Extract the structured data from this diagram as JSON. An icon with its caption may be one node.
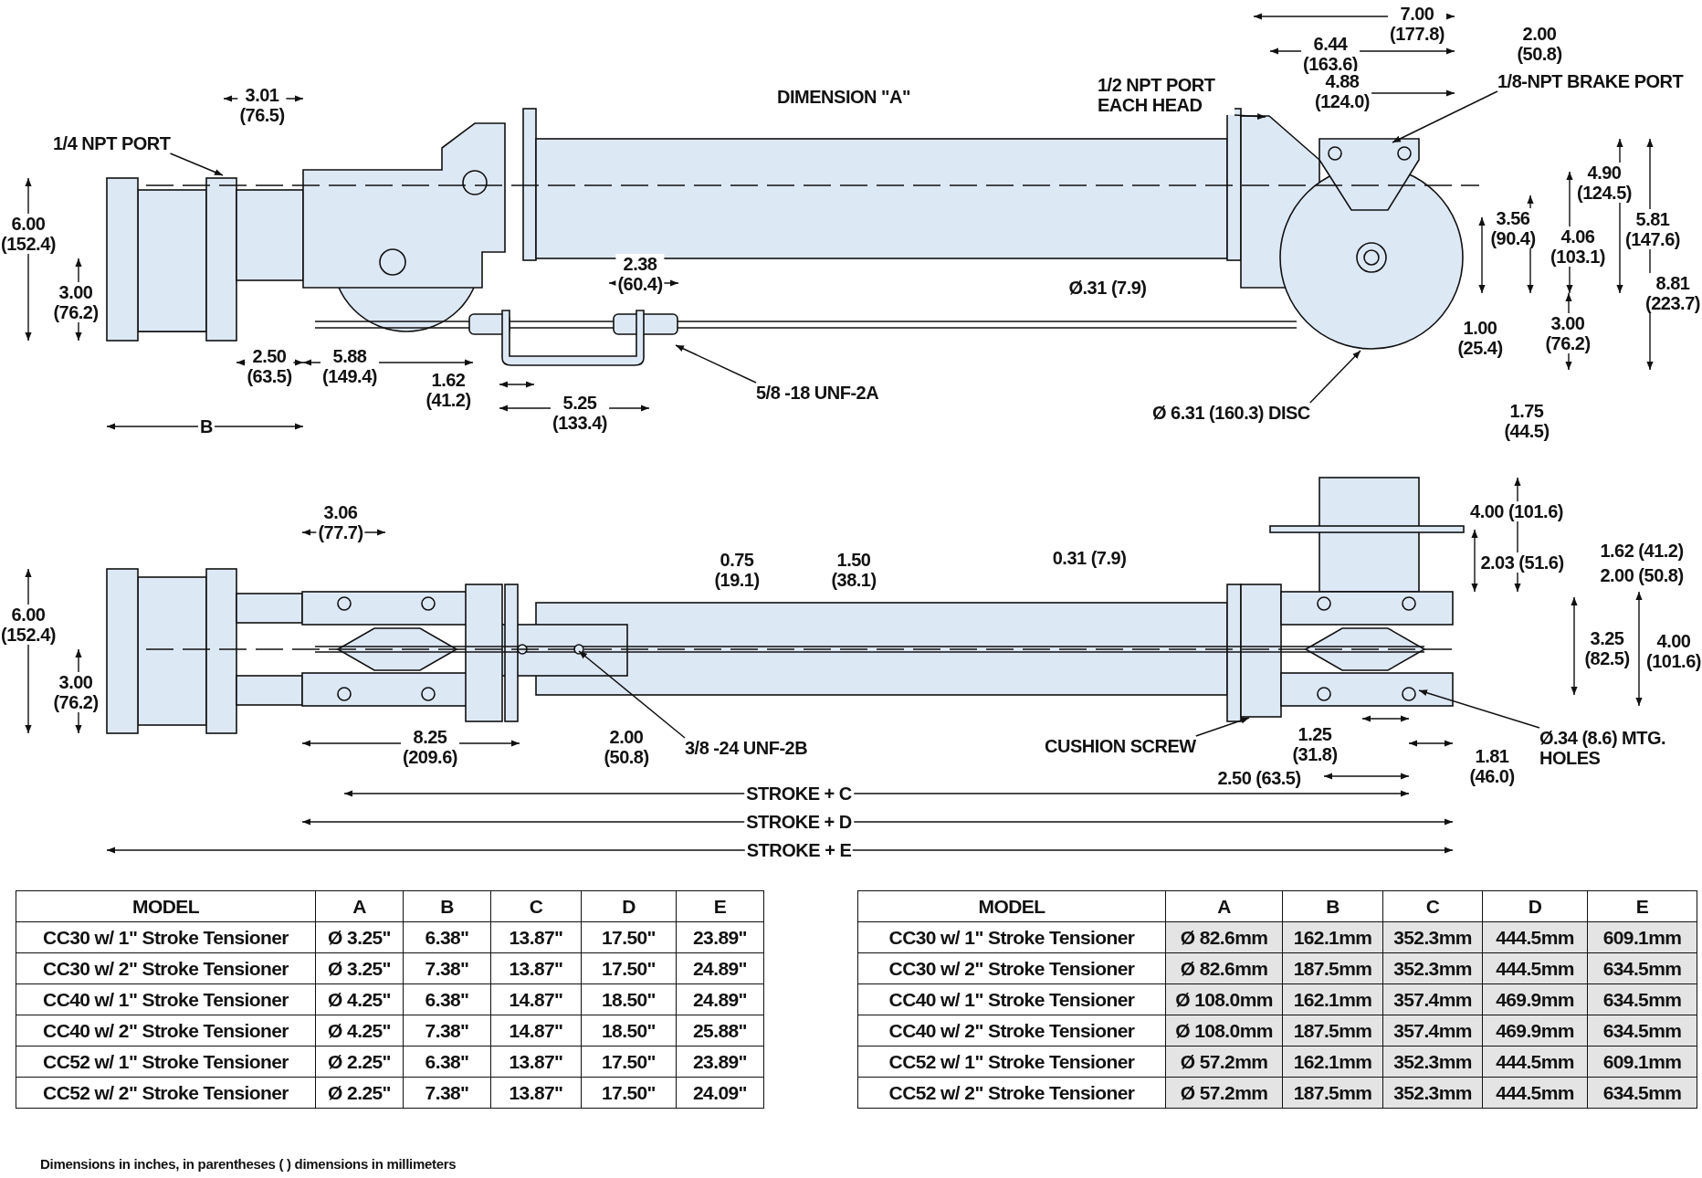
{
  "diagram": {
    "caption": "Dimensions in inches, in parentheses ( ) dimensions in millimeters",
    "nodes": [
      {
        "text": [
          "1/4 NPT PORT"
        ]
      },
      {
        "text": [
          "1/2 NPT PORT EACH HEAD"
        ]
      },
      {
        "text": [
          "1/8-NPT BRAKE PORT"
        ]
      },
      {
        "text": [
          "5/8 -18 UNF-2A"
        ]
      },
      {
        "text": [
          "Ø 6.31 (160.3) DISC"
        ]
      },
      {
        "text": [
          "3/8 -24 UNF-2B"
        ]
      },
      {
        "text": [
          "CUSHION SCREW"
        ]
      },
      {
        "text": [
          "Ø.34 (8.6) MTG. HOLES"
        ]
      }
    ],
    "edges": [
      {
        "from": 0,
        "to": null,
        "arrow": "to"
      },
      {
        "from": 1,
        "to": null,
        "arrow": "to"
      },
      {
        "from": 2,
        "to": null,
        "arrow": "to"
      },
      {
        "from": 3,
        "to": null,
        "arrow": "to"
      },
      {
        "from": 4,
        "to": null,
        "arrow": "to"
      },
      {
        "from": 5,
        "to": null,
        "arrow": "to"
      },
      {
        "from": 6,
        "to": null,
        "arrow": "to"
      },
      {
        "from": 7,
        "to": null,
        "arrow": "to"
      }
    ],
    "labels": [
      "7.00 (177.8)",
      "6.44 (163.6)",
      "2.00 (50.8)",
      "3.01 (76.5)",
      "DIMENSION \"A\"",
      "4.88 (124.0)",
      "6.00 (152.4)",
      "4.90 (124.5)",
      "3.56 (90.4)",
      "4.06 (103.1)",
      "5.81 (147.6)",
      "3.00 (76.2)",
      "8.81 (223.7)",
      "Ø.31 (7.9)",
      "2.38 (60.4)",
      "1.00 (25.4)",
      "3.00 (76.2)",
      "2.50 (63.5)",
      "5.88 (149.4)",
      "1.62 (41.2)",
      "5.25 (133.4)",
      "B",
      "1.75 (44.5)",
      "3.06 (77.7)",
      "4.00 (101.6)",
      "0.75 (19.1)",
      "1.50 (38.1)",
      "0.31 (7.9)",
      "1.62 (41.2)",
      "2.03 (51.6)",
      "2.00 (50.8)",
      "6.00 (152.4)",
      "3.25 (82.5)",
      "4.00 (101.6)",
      "3.00 (76.2)",
      "8.25 (209.6)",
      "2.00 (50.8)",
      "1.25 (31.8)",
      "1.81 (46.0)",
      "2.50 (63.5)",
      "STROKE + C",
      "STROKE + D",
      "STROKE + E",
      "MODEL",
      "A",
      "B",
      "C",
      "D",
      "E",
      "CC30 w/ 1\" Stroke Tensioner",
      "Ø 3.25\"",
      "6.38\"",
      "13.87\"",
      "17.50\"",
      "23.89\"",
      "CC30 w/ 2\" Stroke Tensioner",
      "Ø 3.25\"",
      "7.38\"",
      "13.87\"",
      "17.50\"",
      "24.89\"",
      "CC40 w/ 1\" Stroke Tensioner",
      "Ø 4.25\"",
      "6.38\"",
      "14.87\"",
      "18.50\"",
      "24.89\"",
      "CC40 w/ 2\" Stroke Tensioner",
      "Ø 4.25\"",
      "7.38\"",
      "14.87\"",
      "18.50\"",
      "25.88\"",
      "CC52 w/ 1\" Stroke Tensioner",
      "Ø 2.25\"",
      "6.38\"",
      "13.87\"",
      "17.50\"",
      "23.89\"",
      "CC52 w/ 2\" Stroke Tensioner",
      "Ø 2.25\"",
      "7.38\"",
      "13.87\"",
      "17.50\"",
      "24.09\"",
      "MODEL",
      "A",
      "B",
      "C",
      "D",
      "E",
      "CC30 w/ 1\" Stroke Tensioner",
      "Ø 82.6mm",
      "162.1mm",
      "352.3mm",
      "444.5mm",
      "609.1mm",
      "CC30 w/ 2\" Stroke Tensioner",
      "Ø 82.6mm",
      "187.5mm",
      "352.3mm",
      "444.5mm",
      "634.5mm",
      "CC40 w/ 1\" Stroke Tensioner",
      "Ø 108.0mm",
      "162.1mm",
      "357.4mm",
      "469.9mm",
      "634.5mm",
      "CC40 w/ 2\" Stroke Tensioner",
      "Ø 108.0mm",
      "187.5mm",
      "357.4mm",
      "469.9mm",
      "634.5mm",
      "CC52 w/ 1\" Stroke Tensioner",
      "Ø 57.2mm",
      "162.1mm",
      "352.3mm",
      "444.5mm",
      "609.1mm",
      "CC52 w/ 2\" Stroke Tensioner",
      "Ø 57.2mm",
      "187.5mm",
      "352.3mm",
      "444.5mm",
      "634.5mm"
    ]
  }
}
